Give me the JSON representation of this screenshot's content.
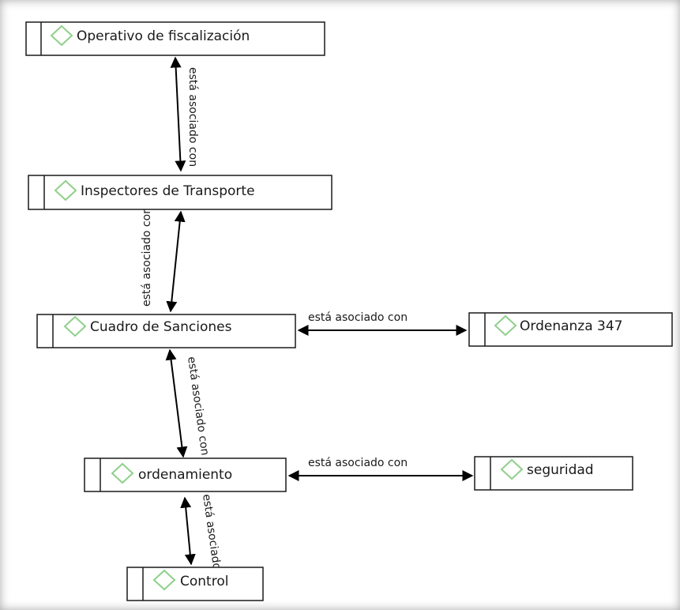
{
  "colors": {
    "node_border": "#1a1a1a",
    "concept_icon": "#8fd08a",
    "edge": "#000000"
  },
  "nodes": {
    "operativo": "Operativo de fiscalización",
    "inspectores": "Inspectores de Transporte",
    "cuadro": "Cuadro de Sanciones",
    "ordenanza": "Ordenanza 347",
    "ordenamiento": "ordenamiento",
    "seguridad": "seguridad",
    "control": "Control"
  },
  "edges": {
    "operativo_inspectores": "está asociado con",
    "inspectores_cuadro": "está asociado con",
    "cuadro_ordenanza": "está asociado con",
    "cuadro_ordenamiento": "está asociado con",
    "ordenamiento_seguridad": "está asociado con",
    "ordenamiento_control": "está asociado con"
  }
}
